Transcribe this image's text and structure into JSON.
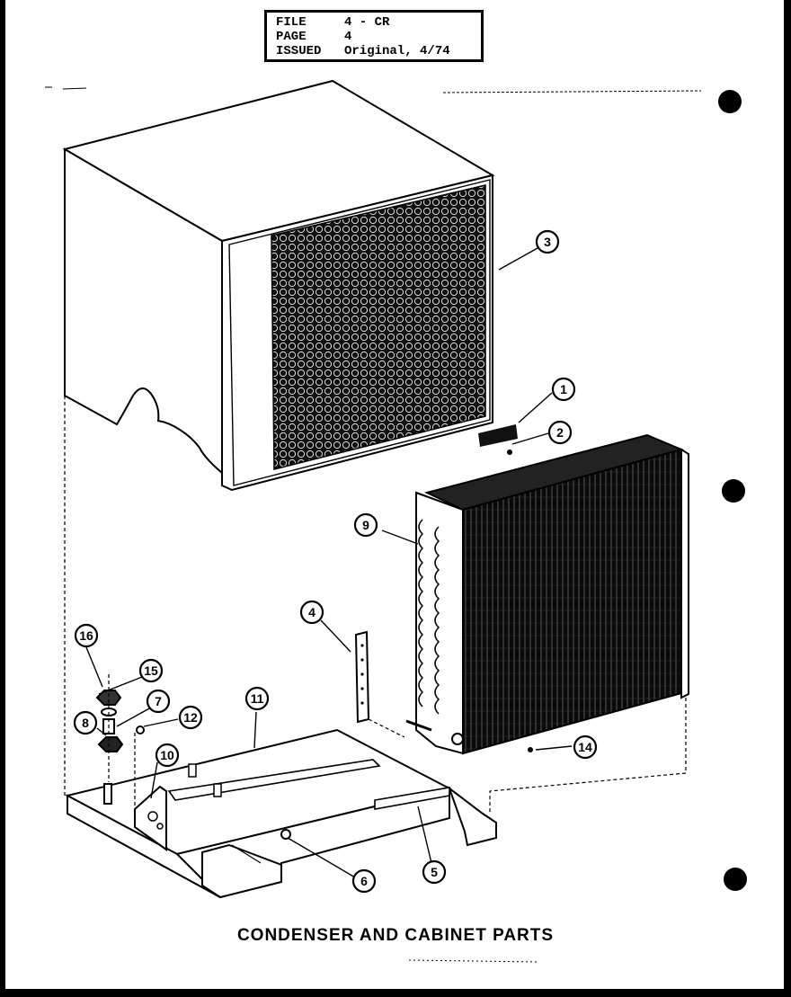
{
  "header": {
    "rows": [
      {
        "key": "FILE",
        "value": "4 - CR"
      },
      {
        "key": "PAGE",
        "value": "4"
      },
      {
        "key": "ISSUED",
        "value": "Original, 4/74"
      }
    ]
  },
  "caption": "CONDENSER AND CABINET PARTS",
  "callouts": [
    "1",
    "2",
    "3",
    "4",
    "5",
    "6",
    "7",
    "8",
    "9",
    "10",
    "11",
    "12",
    "14",
    "15",
    "16"
  ]
}
